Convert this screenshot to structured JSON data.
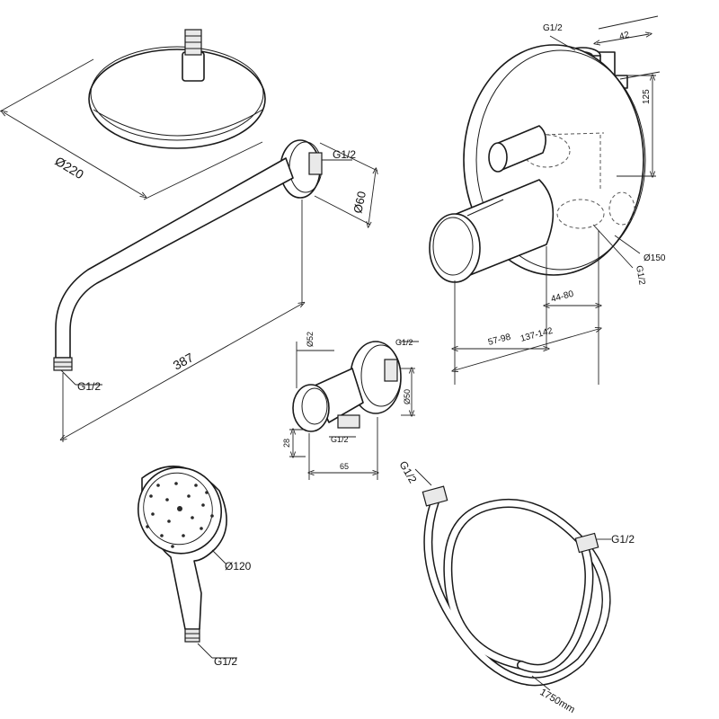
{
  "labels": {
    "head_diameter": "Ø220",
    "arm_thread": "G1/2",
    "flange_diameter": "Ø60",
    "arm_length": "387",
    "arm_end_thread": "G1/2",
    "mixer_top_thread": "G1/2",
    "mixer_depth": "42",
    "mixer_height": "125",
    "mixer_plate_diameter": "Ø150",
    "mixer_side_thread": "G1/2",
    "mixer_body_range": "44-80",
    "mixer_handle_range": "57-98",
    "mixer_total_range": "137-142",
    "elbow_width": "Ø52",
    "elbow_thread_top": "G1/2",
    "elbow_diameter": "Ø50",
    "elbow_height": "28",
    "elbow_thread_bottom": "G1/2",
    "elbow_depth": "65",
    "handshower_diameter": "Ø120",
    "handshower_thread": "G1/2",
    "hose_thread_top": "G1/2",
    "hose_thread_end": "G1/2",
    "hose_length": "1750mm"
  }
}
